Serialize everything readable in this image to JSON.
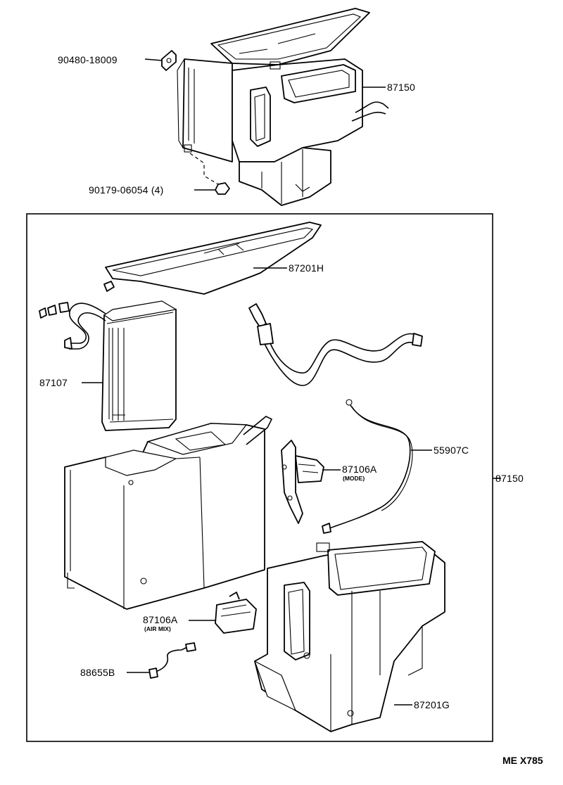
{
  "labels": {
    "top_gasket": "90480-18009",
    "top_assembly": "87150",
    "top_nut": "90179-06054 (4)",
    "blower_top": "87201H",
    "radiator": "87107",
    "cable": "55907C",
    "servo_mode": "87106A",
    "servo_mode_sub": "(MODE)",
    "assembly_right": "87150",
    "servo_airmix": "87106A",
    "servo_airmix_sub": "(AIR MIX)",
    "sensor": "88655B",
    "lower_case": "87201G"
  },
  "diagram_code": "ME X785"
}
